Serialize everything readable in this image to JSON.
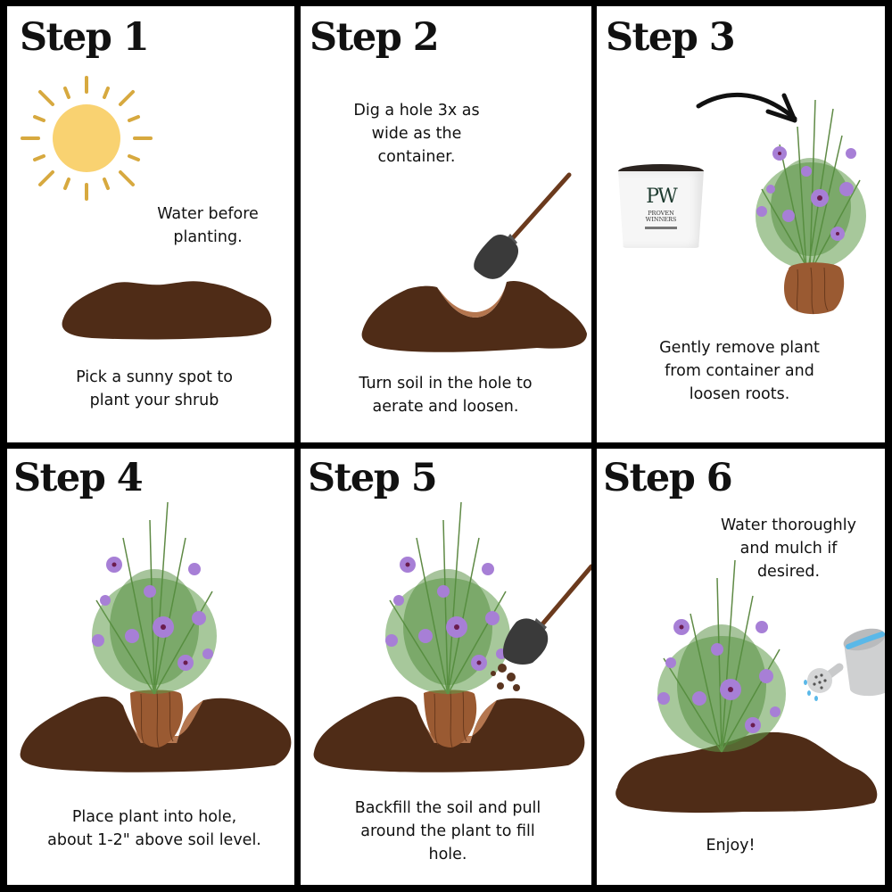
{
  "colors": {
    "frame": "#000000",
    "panel_bg": "#ffffff",
    "soil": "#4f2c17",
    "soil_hole": "#b4764f",
    "sun": "#f9d271",
    "sun_rays": "#d7a93f",
    "flower": "#a77fd6",
    "foliage": "#4f8a3a",
    "shovel_blade": "#3a3a3a",
    "shovel_handle": "#6b3a1d"
  },
  "steps": [
    {
      "title": "Step 1",
      "captions": [
        "Water before planting.",
        "Pick a sunny spot to plant your shrub"
      ],
      "caption_lines": [
        [
          "Water before",
          "planting."
        ],
        [
          "Pick a sunny spot to",
          "plant your shrub"
        ]
      ],
      "icons": [
        "sun-icon",
        "soil-mound-icon"
      ]
    },
    {
      "title": "Step 2",
      "captions": [
        "Dig a hole 3x as wide as the container.",
        "Turn soil in the hole to aerate and loosen."
      ],
      "caption_lines": [
        [
          "Dig a hole 3x as",
          "wide as the",
          "container."
        ],
        [
          "Turn soil in the hole to",
          "aerate and loosen."
        ]
      ],
      "icons": [
        "shovel-icon",
        "soil-with-hole-icon"
      ]
    },
    {
      "title": "Step 3",
      "captions": [
        "Gently remove plant from container and loosen roots."
      ],
      "caption_lines": [
        [
          "Gently remove plant",
          "from container and",
          "loosen roots."
        ]
      ],
      "pot_label": {
        "logo": "PW",
        "brand_line1": "PROVEN",
        "brand_line2": "WINNERS"
      },
      "icons": [
        "nursery-pot-icon",
        "curved-arrow-icon",
        "shrub-with-rootball-icon"
      ]
    },
    {
      "title": "Step 4",
      "captions": [
        "Place plant into hole, about 1-2\" above soil level."
      ],
      "caption_lines": [
        [
          "Place plant into hole,",
          "about 1-2\" above soil level."
        ]
      ],
      "icons": [
        "shrub-in-hole-icon"
      ]
    },
    {
      "title": "Step 5",
      "captions": [
        "Backfill the soil and pull around the plant to fill hole."
      ],
      "caption_lines": [
        [
          "Backfill the soil and pull",
          "around the plant to fill",
          "hole."
        ]
      ],
      "icons": [
        "shrub-in-hole-icon",
        "shovel-backfill-icon"
      ]
    },
    {
      "title": "Step 6",
      "captions": [
        "Water thoroughly and mulch if desired.",
        "Enjoy!"
      ],
      "caption_lines": [
        [
          "Water thoroughly",
          "and mulch if",
          "desired."
        ],
        [
          "Enjoy!"
        ]
      ],
      "icons": [
        "planted-shrub-icon",
        "watering-can-icon"
      ]
    }
  ]
}
